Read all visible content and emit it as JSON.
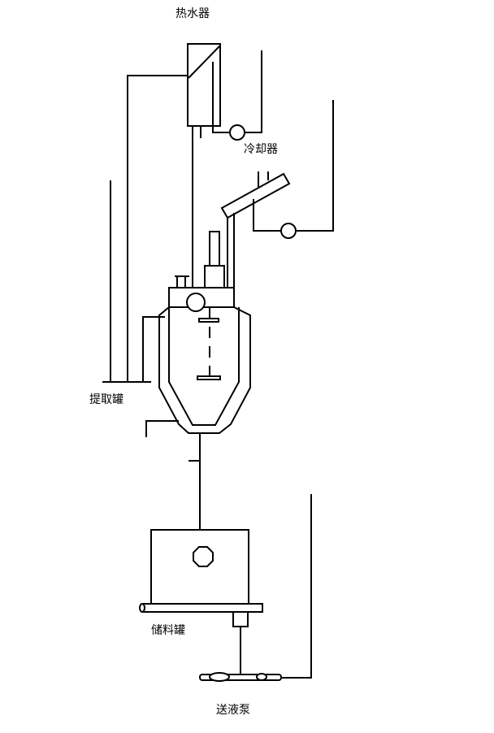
{
  "labels": {
    "heater": "热水器",
    "cooler": "冷却器",
    "extraction_tank": "提取罐",
    "storage_tank": "储料罐",
    "transfer_pump": "送液泵"
  },
  "colors": {
    "stroke": "#000000",
    "background": "#ffffff"
  }
}
